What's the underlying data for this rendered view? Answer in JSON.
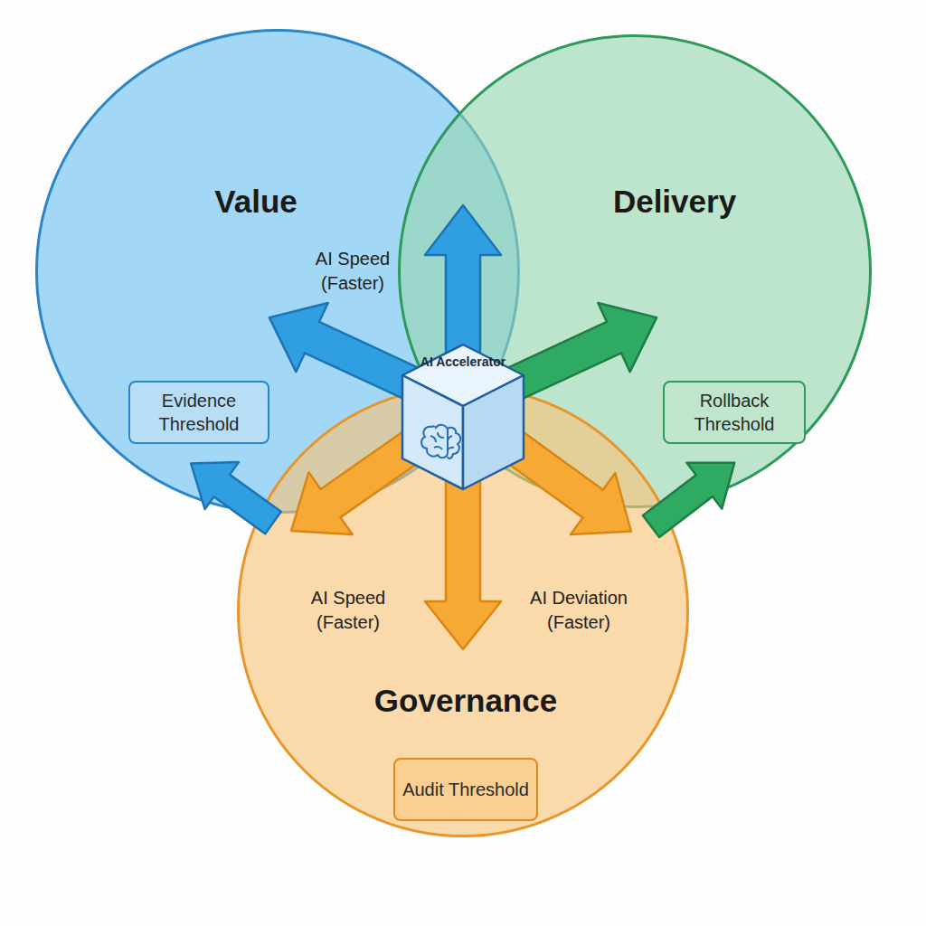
{
  "diagram": {
    "nodes": [
      {
        "text": [
          "Value"
        ]
      },
      {
        "text": [
          "Delivery"
        ]
      },
      {
        "text": [
          "Evidence Threshold"
        ],
        "in": 0
      },
      {
        "text": [
          "AI Accelerator"
        ]
      },
      {
        "text": [
          "Rollback Threshold"
        ],
        "in": 1
      },
      {
        "text": [
          "Governance"
        ]
      },
      {
        "text": [
          "Audit Threshold"
        ],
        "in": 5
      }
    ],
    "labels": [
      "AI Speed (Faster)",
      "AI Speed (Faster)",
      "AI Deviation (Faster)"
    ]
  }
}
